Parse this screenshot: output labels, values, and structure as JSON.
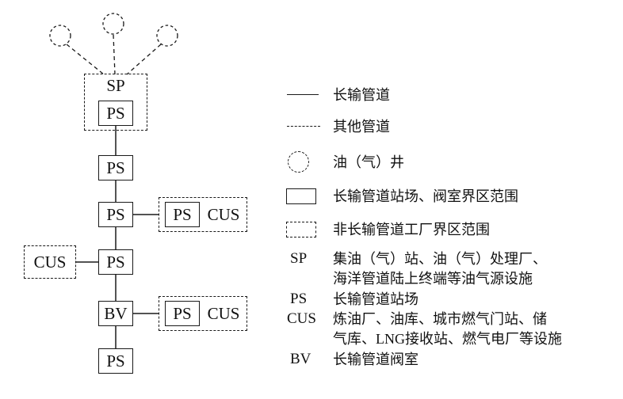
{
  "diagram": {
    "sp_group": {
      "label": "SP",
      "inner_ps": "PS"
    },
    "trunk_nodes": [
      "PS",
      "PS",
      "PS",
      "BV",
      "PS"
    ],
    "branch_right_1": {
      "ps": "PS",
      "cus": "CUS"
    },
    "branch_left": {
      "cus": "CUS"
    },
    "branch_right_2": {
      "ps": "PS",
      "cus": "CUS"
    }
  },
  "legend": {
    "symbols": [
      {
        "type": "solid-line",
        "label": "长输管道"
      },
      {
        "type": "dashed-line",
        "label": "其他管道"
      },
      {
        "type": "dashed-circle",
        "label": "油（气）井"
      },
      {
        "type": "solid-rect",
        "label": "长输管道站场、阀室界区范围"
      },
      {
        "type": "dashed-rect",
        "label": "非长输管道工厂界区范围"
      }
    ],
    "abbreviations": [
      {
        "abbr": "SP",
        "lines": [
          "集油（气）站、油（气）处理厂、",
          "海洋管道陆上终端等油气源设施"
        ]
      },
      {
        "abbr": "PS",
        "lines": [
          "长输管道站场"
        ]
      },
      {
        "abbr": "CUS",
        "lines": [
          "炼油厂、油库、城市燃气门站、储",
          "气库、LNG接收站、燃气电厂等设施"
        ]
      },
      {
        "abbr": "BV",
        "lines": [
          "长输管道阀室"
        ]
      }
    ]
  },
  "colors": {
    "ink": "#1a1a1a",
    "background": "#ffffff"
  }
}
